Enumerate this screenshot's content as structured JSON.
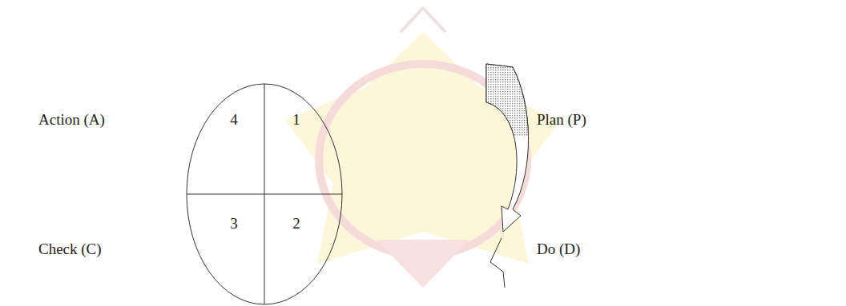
{
  "diagram": {
    "labels": [
      "Action (A)",
      "4",
      "1",
      "Plan (P)",
      "3",
      "2",
      "Check (C)",
      "Do (D)"
    ]
  }
}
